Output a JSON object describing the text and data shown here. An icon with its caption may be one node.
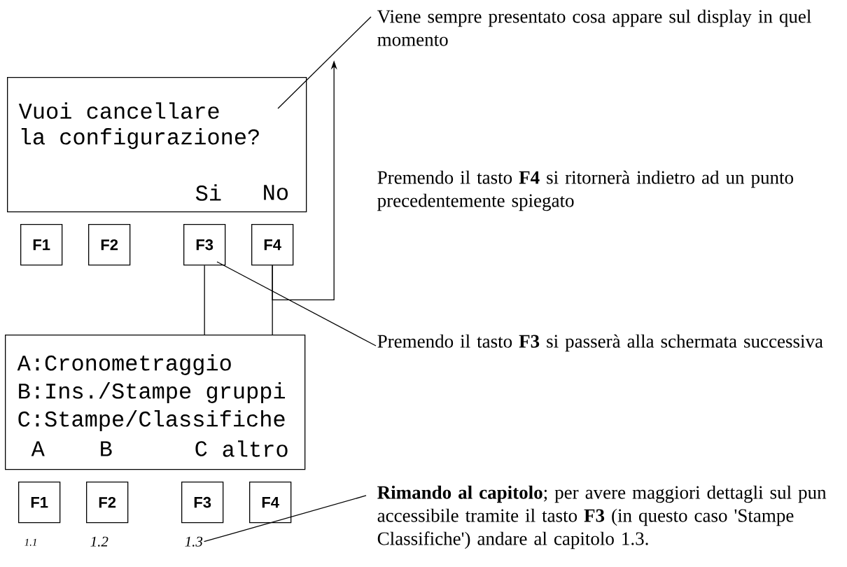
{
  "diagram": {
    "nodes": [
      {
        "text": [
          "Vuoi cancellare",
          "la configurazione?",
          "Si",
          "No"
        ]
      },
      {
        "text": [
          "F1"
        ]
      },
      {
        "text": [
          "F2"
        ]
      },
      {
        "text": [
          "F3"
        ]
      },
      {
        "text": [
          "F4"
        ]
      },
      {
        "text": [
          "A:Cronometraggio",
          "B:Ins./Stampe gruppi",
          "C:Stampe/Classifiche",
          "A",
          "B",
          "C",
          "altro"
        ]
      },
      {
        "text": [
          "F1"
        ]
      },
      {
        "text": [
          "F2"
        ]
      },
      {
        "text": [
          "F3"
        ]
      },
      {
        "text": [
          "F4"
        ]
      },
      {
        "text": [
          "Viene sempre presentato cosa appare sul display in quel momento"
        ]
      },
      {
        "text": [
          "Premendo il tasto **F3** si passerà alla schermata successiva"
        ]
      },
      {
        "text": [
          "**Rimando al capitolo**; per avere maggiori dettagli sul pun accessibile tramite il tasto **F3** (in questo caso 'Stampe Classifiche') andare al capitolo 1.3."
        ]
      },
      {
        "text": [
          "1.3"
        ]
      }
    ],
    "edges": [
      {
        "from": 10,
        "to": 0,
        "arrow": "none"
      },
      {
        "from": 3,
        "to": 5,
        "arrow": "none"
      },
      {
        "from": 4,
        "to": 5,
        "arrow": "none"
      },
      {
        "from": 4,
        "to": null,
        "arrow": "to"
      },
      {
        "from": 11,
        "to": 3,
        "arrow": "none"
      },
      {
        "from": 12,
        "to": 13,
        "arrow": "none"
      }
    ],
    "labels": [
      "Premendo il tasto **F4** si ritornerà indietro ad un punto precedentemente spiegato",
      "1.1",
      "1.2"
    ]
  }
}
